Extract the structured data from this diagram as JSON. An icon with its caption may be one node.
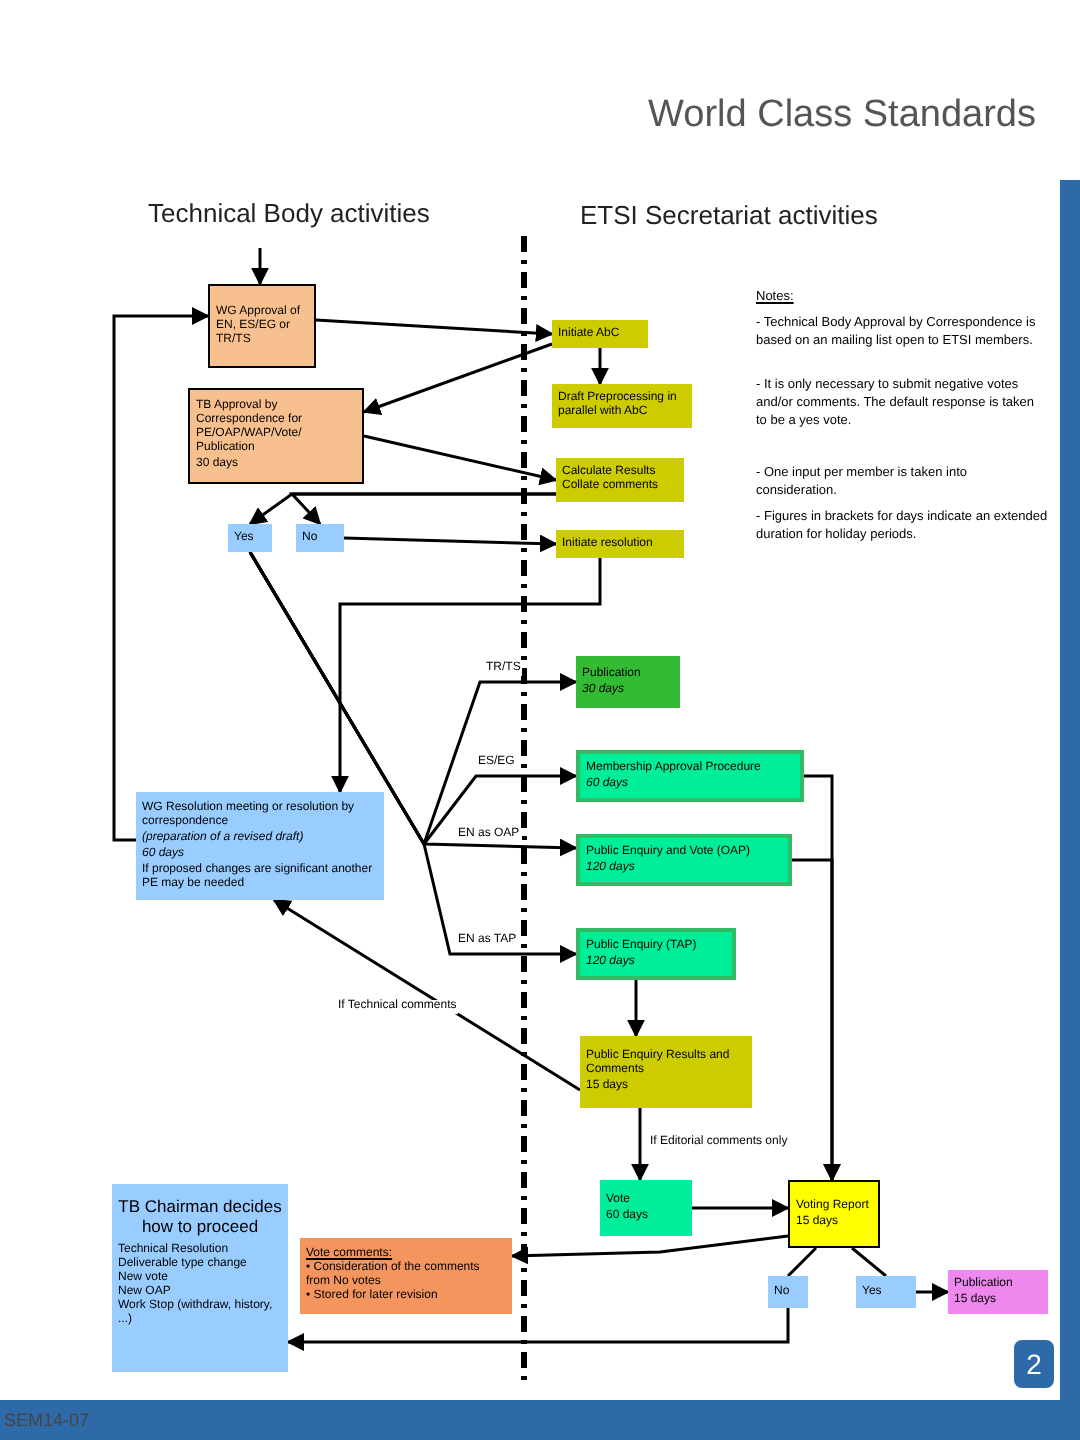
{
  "diagram": {
    "nodes": [
      {
        "text": [
          "WG Approval of EN, ES/EG or TR/TS"
        ]
      },
      {
        "text": [
          "Initiate AbC"
        ]
      },
      {
        "text": [
          "TB Approval by Correspondence for PE/OAP/WAP/Vote/ Publication",
          "30 days"
        ]
      },
      {
        "text": [
          "Draft Preprocessing in parallel with AbC"
        ]
      },
      {
        "text": [
          "Calculate Results Collate comments"
        ]
      },
      {
        "text": [
          "Yes"
        ]
      },
      {
        "text": [
          "No"
        ]
      },
      {
        "text": [
          "Initiate resolution"
        ]
      },
      {
        "text": [
          "WG Resolution meeting or resolution by correspondence",
          "(preparation of a revised draft)",
          "60 days",
          "If proposed changes are significant another PE may be needed"
        ]
      },
      {
        "text": [
          "Publication",
          "30 days"
        ]
      },
      {
        "text": [
          "Membership Approval Procedure",
          "60 days"
        ]
      },
      {
        "text": [
          "Public Enquiry and Vote (OAP)",
          "120 days"
        ]
      },
      {
        "text": [
          "Public Enquiry (TAP)",
          "120 days"
        ]
      },
      {
        "text": [
          "Public Enquiry Results and Comments",
          "15 days"
        ]
      },
      {
        "text": [
          "Vote",
          "60 days"
        ]
      },
      {
        "text": [
          "Voting Report",
          "15 days"
        ]
      },
      {
        "text": [
          "No"
        ]
      },
      {
        "text": [
          "Yes"
        ]
      },
      {
        "text": [
          "Publication",
          "15 days"
        ]
      },
      {
        "text": [
          "TB Chairman decides how to proceed",
          "Technical Resolution",
          "Deliverable type change",
          "New vote",
          "New OAP",
          "Work Stop (withdraw, history, ...)"
        ]
      },
      {
        "text": [
          "Vote comments:",
          "• Consideration of the comments from No votes",
          "• Stored for later revision"
        ]
      }
    ],
    "edges": [
      {
        "from": null,
        "to": 0,
        "arrow": "to"
      },
      {
        "from": 0,
        "to": 1,
        "arrow": "to"
      },
      {
        "from": 1,
        "to": 2,
        "arrow": "to"
      },
      {
        "from": 1,
        "to": 3,
        "arrow": "to"
      },
      {
        "from": 2,
        "to": 4,
        "arrow": "to"
      },
      {
        "from": 4,
        "to": 5,
        "arrow": "to"
      },
      {
        "from": 4,
        "to": 6,
        "arrow": "to"
      },
      {
        "from": 6,
        "to": 7,
        "arrow": "to"
      },
      {
        "from": 7,
        "to": 8,
        "arrow": "to"
      },
      {
        "from": 8,
        "to": 0,
        "arrow": "to"
      },
      {
        "from": 5,
        "to": 9,
        "label": "TR/TS",
        "arrow": "to"
      },
      {
        "from": 5,
        "to": 10,
        "label": "ES/EG",
        "arrow": "to"
      },
      {
        "from": 5,
        "to": 11,
        "label": "EN as OAP",
        "arrow": "to"
      },
      {
        "from": 5,
        "to": 12,
        "label": "EN as TAP",
        "arrow": "to"
      },
      {
        "from": 10,
        "to": 15,
        "arrow": "to"
      },
      {
        "from": 11,
        "to": 15,
        "arrow": "to"
      },
      {
        "from": 12,
        "to": 13,
        "arrow": "to"
      },
      {
        "from": 13,
        "to": 8,
        "label": "If Technical comments",
        "arrow": "to"
      },
      {
        "from": 13,
        "to": 14,
        "label": "If Editorial comments only",
        "arrow": "to"
      },
      {
        "from": 14,
        "to": 15,
        "arrow": "to"
      },
      {
        "from": 15,
        "to": 16,
        "arrow": "none"
      },
      {
        "from": 15,
        "to": 17,
        "arrow": "none"
      },
      {
        "from": 17,
        "to": 18,
        "arrow": "to"
      },
      {
        "from": 15,
        "to": 20,
        "arrow": "to"
      },
      {
        "from": 16,
        "to": 19,
        "arrow": "to"
      }
    ],
    "labels": [
      "World Class Standards",
      "Technical Body activities",
      "ETSI Secretariat activities",
      "Notes:",
      "- Technical Body Approval by Correspondence is based on an mailing list open to ETSI members.",
      "- It is only necessary to submit negative votes and/or comments. The default response is taken to be a yes vote.",
      "- One input per member is taken into consideration.",
      "- Figures in brackets for days indicate an extended duration for holiday periods.",
      "2",
      "SEM14-07"
    ]
  }
}
